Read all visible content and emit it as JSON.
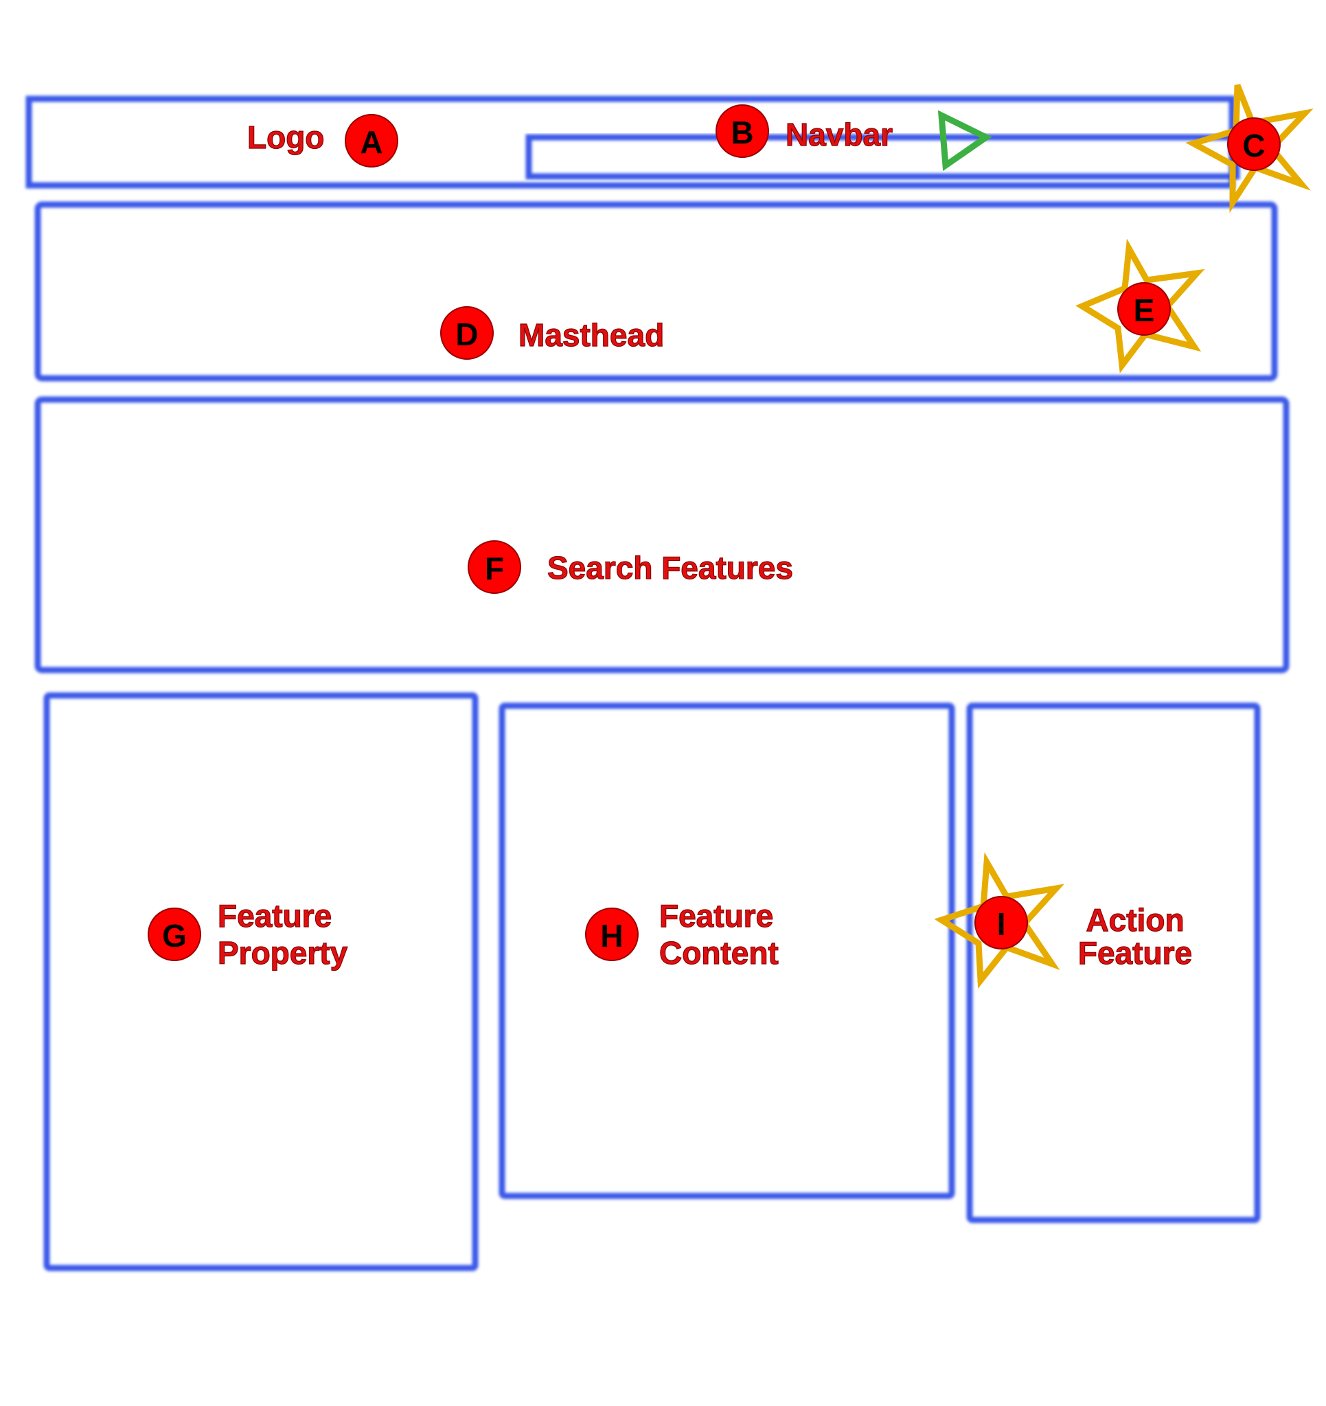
{
  "regions": {
    "logo": {
      "marker": "A",
      "label": "Logo"
    },
    "navbar": {
      "marker": "B",
      "label": "Navbar",
      "end_marker": "C"
    },
    "masthead": {
      "marker": "D",
      "label": "Masthead",
      "corner_marker": "E"
    },
    "search": {
      "marker": "F",
      "label": "Search Features"
    },
    "left_column": {
      "marker": "G",
      "labels": [
        "Feature",
        "Property"
      ]
    },
    "middle_column": {
      "marker": "H",
      "labels": [
        "Feature",
        "Content"
      ]
    },
    "right_column": {
      "marker": "I",
      "label_line1": "Action",
      "label_line2": "Feature"
    }
  },
  "colors": {
    "box": "#3a5ae8",
    "marker": "#ff0000",
    "label": "#e01010",
    "star": "#e6ac00",
    "triangle": "#3cb043"
  }
}
